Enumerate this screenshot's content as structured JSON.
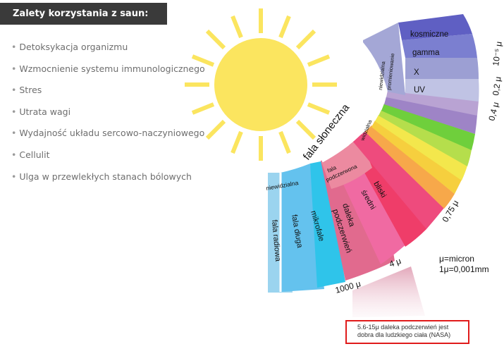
{
  "header": {
    "title": "Zalety korzystania z saun:"
  },
  "benefits": [
    "Detoksykacja organizmu",
    "Wzmocnienie systemu immunologicznego",
    "Stres",
    "Utrata wagi",
    "Wydajność układu sercowo-naczyniowego",
    "Cellulit",
    "Ulga w przewlekłych stanach bólowych"
  ],
  "bullet": "•",
  "diagram": {
    "sun_label": "fala słoneczna",
    "invisible_outer": [
      "niewidzialna",
      "promieniowanie"
    ],
    "bands_top": [
      "kosmiczne",
      "gamma",
      "X",
      "UV"
    ],
    "visible_label": "widzialna",
    "infrared_label": [
      "fala",
      "podczerwona"
    ],
    "infrared_bands": [
      "bliski",
      "średni",
      "daleka",
      "podczerwień"
    ],
    "invisible_lower": "niewidzialna",
    "radio_bands": [
      "fala radiowa",
      "fala długa",
      "mikrofale"
    ],
    "wavelengths": {
      "w1": "10⁻⁵ μ",
      "w2": "0,2 μ",
      "w3": "0,4 μ",
      "w4": "0,75 μ",
      "w5": "4 μ",
      "w6": "1000 μ"
    },
    "micron_line1": "μ=micron",
    "micron_line2": "1μ=0,001mm",
    "note_line1": "5.6-15μ daleka podczerwień jest",
    "note_line2": "dobra dla ludzkiego ciała (NASA)",
    "colors": {
      "sun": "#fbe55f",
      "kosmiczne": "#5f5fc3",
      "gamma": "#7b7fd0",
      "x": "#9c9fd3",
      "uv": "#c0c3e4",
      "violet": "#9e84c6",
      "green": "#6fcf3c",
      "yellow": "#f3e74c",
      "orange": "#f7a84a",
      "red": "#ee4b7d",
      "pink": "#e9838d",
      "radio": "#9bd4ef",
      "long": "#64c2ee",
      "micro": "#2fc4ea"
    }
  }
}
